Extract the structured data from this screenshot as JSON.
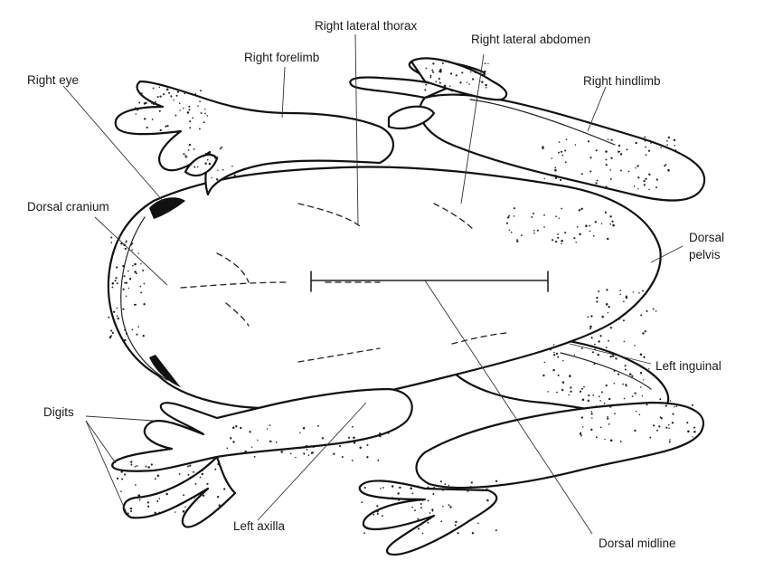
{
  "labels": {
    "right_eye": "Right eye",
    "right_forelimb": "Right forelimb",
    "right_lateral_thorax": "Right lateral thorax",
    "right_lateral_abdomen": "Right lateral abdomen",
    "right_hindlimb": "Right hindlimb",
    "dorsal_cranium": "Dorsal cranium",
    "dorsal_pelvis_line1": "Dorsal",
    "dorsal_pelvis_line2": "pelvis",
    "left_inguinal": "Left inguinal",
    "digits": "Digits",
    "left_axilla": "Left axilla",
    "dorsal_midline": "Dorsal midline"
  }
}
